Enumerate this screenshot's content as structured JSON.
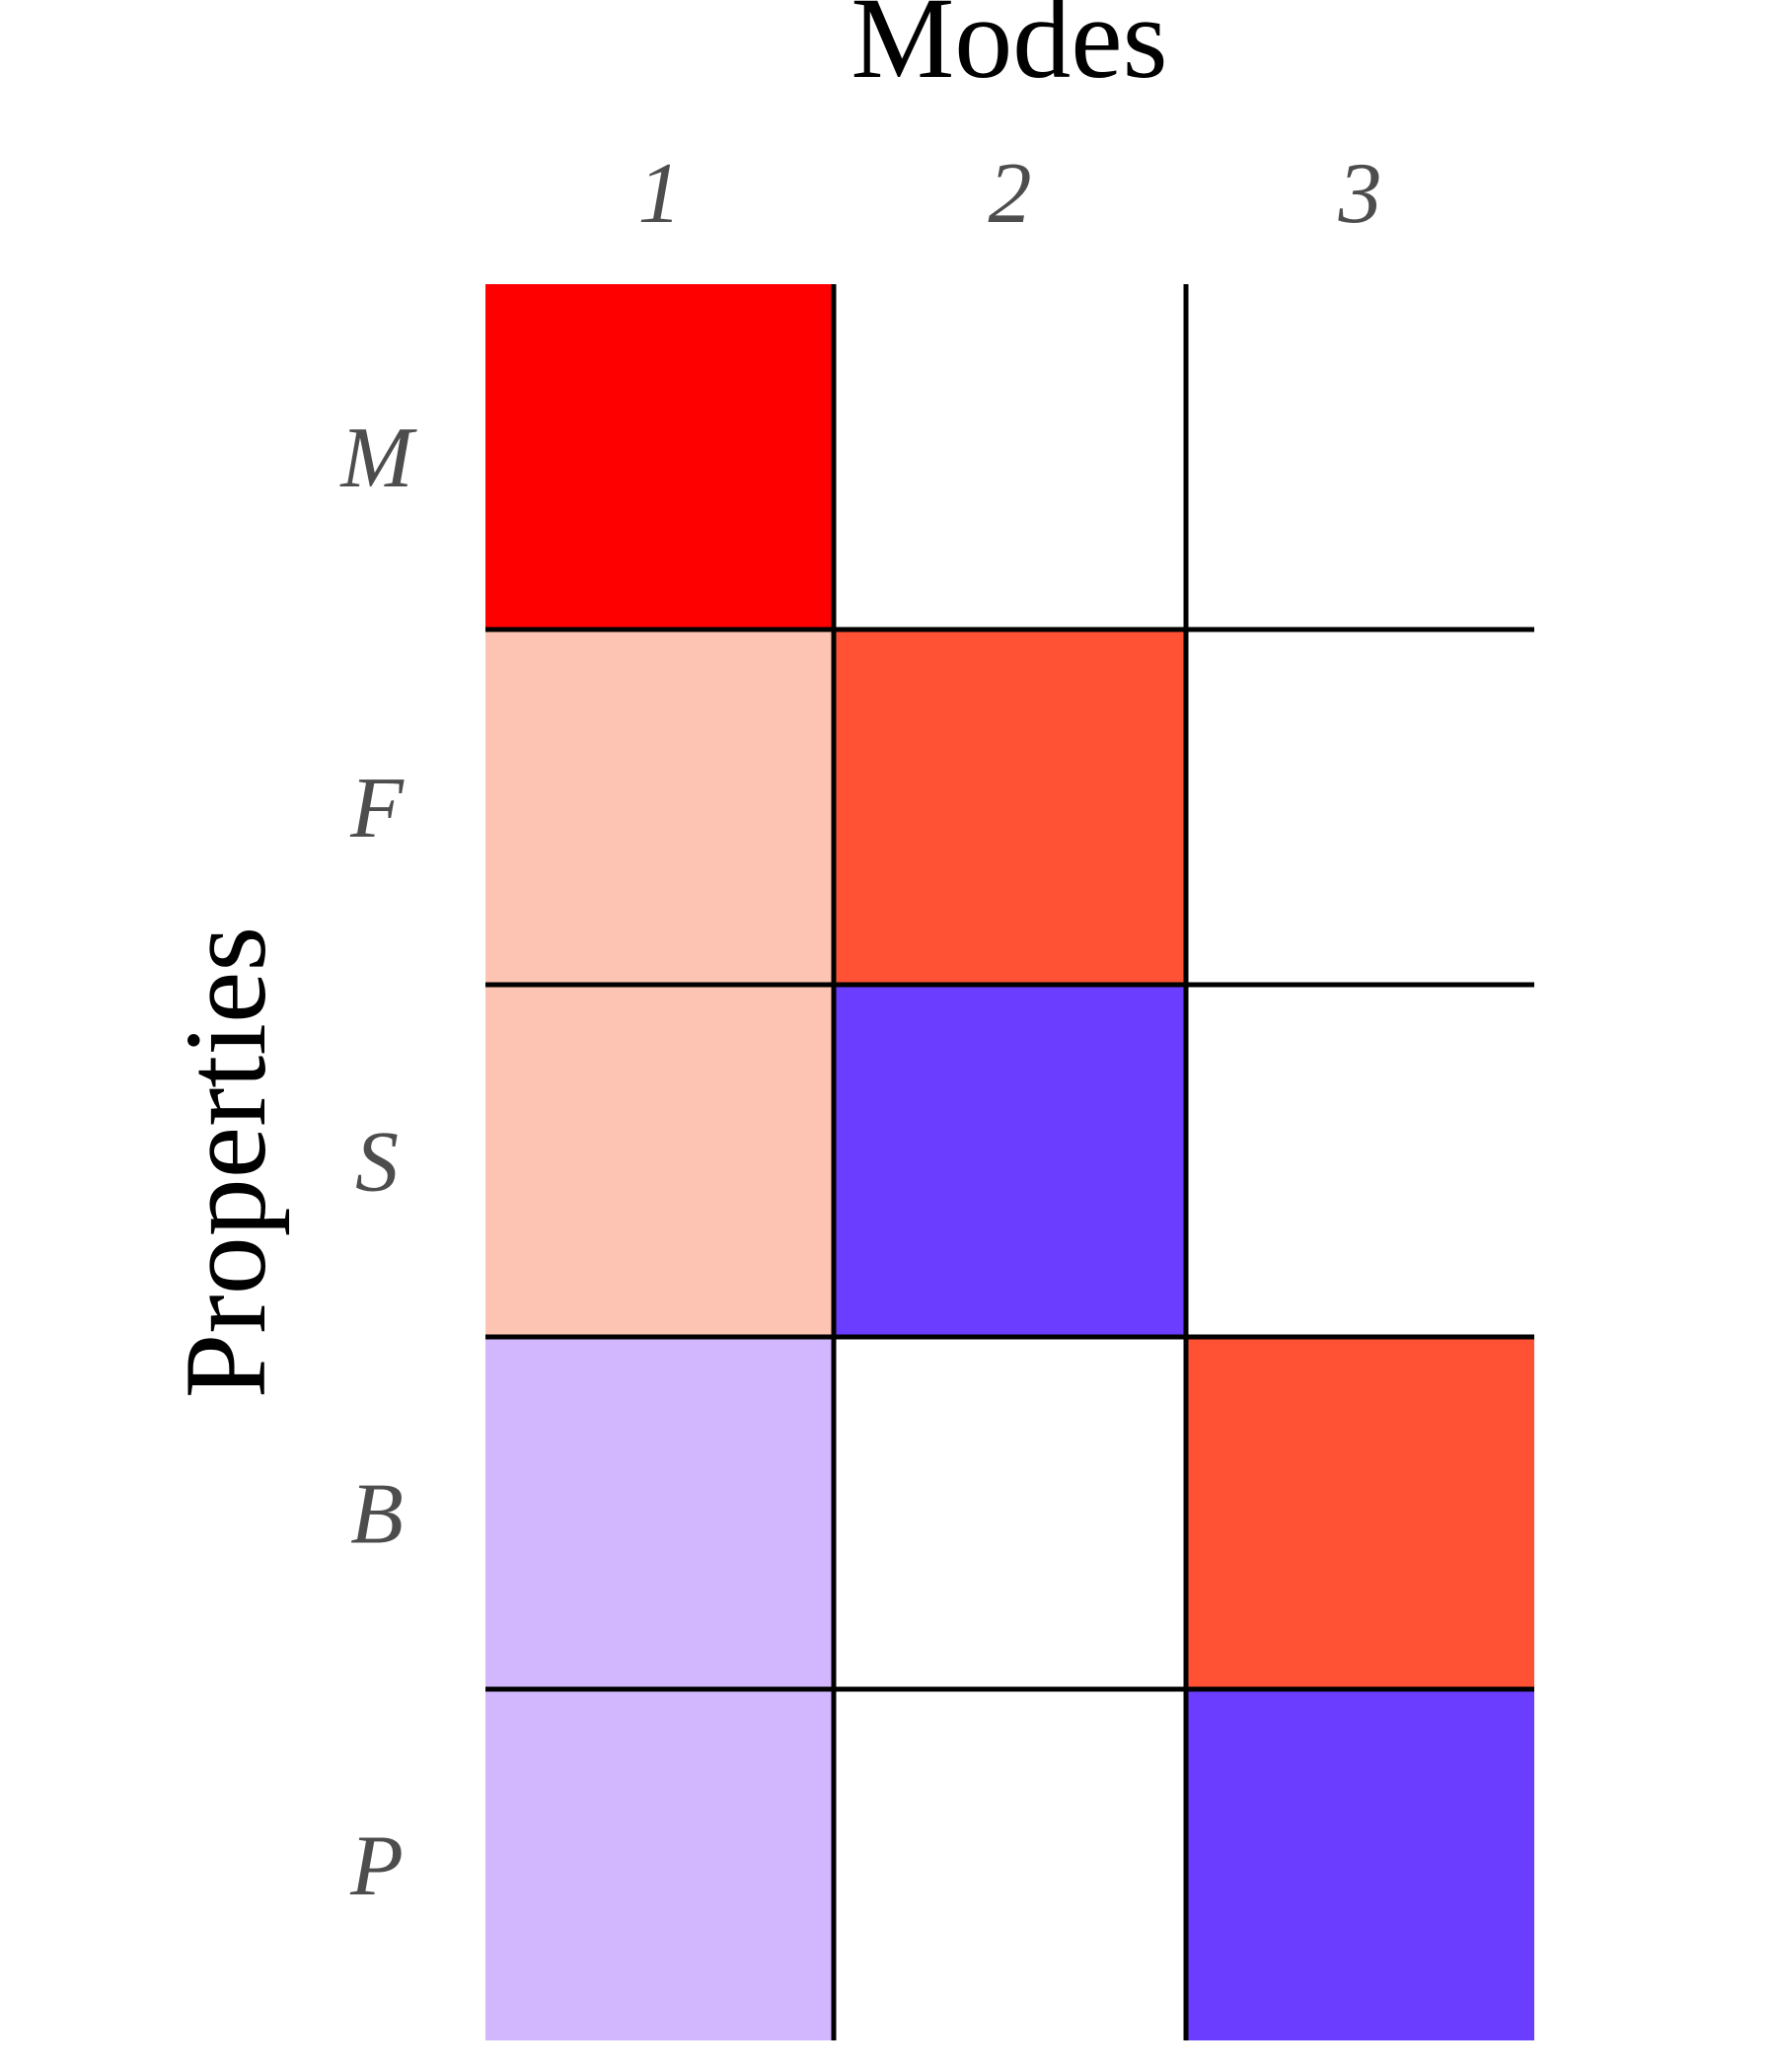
{
  "chart_data": {
    "type": "heatmap",
    "xlabel": "Modes",
    "ylabel": "Properties",
    "x_categories": [
      "1",
      "2",
      "3"
    ],
    "y_categories": [
      "M",
      "F",
      "S",
      "B",
      "P"
    ],
    "cells": [
      {
        "row": "M",
        "col": "1",
        "color": "#ff0000"
      },
      {
        "row": "F",
        "col": "1",
        "color": "#fec4b3"
      },
      {
        "row": "F",
        "col": "2",
        "color": "#ff5235"
      },
      {
        "row": "S",
        "col": "1",
        "color": "#fec4b3"
      },
      {
        "row": "S",
        "col": "2",
        "color": "#6b3dff"
      },
      {
        "row": "B",
        "col": "1",
        "color": "#d2b7fe"
      },
      {
        "row": "B",
        "col": "3",
        "color": "#ff5235"
      },
      {
        "row": "P",
        "col": "1",
        "color": "#d2b7fe"
      },
      {
        "row": "P",
        "col": "3",
        "color": "#6b3dff"
      }
    ],
    "grid": true,
    "legend": "none"
  }
}
